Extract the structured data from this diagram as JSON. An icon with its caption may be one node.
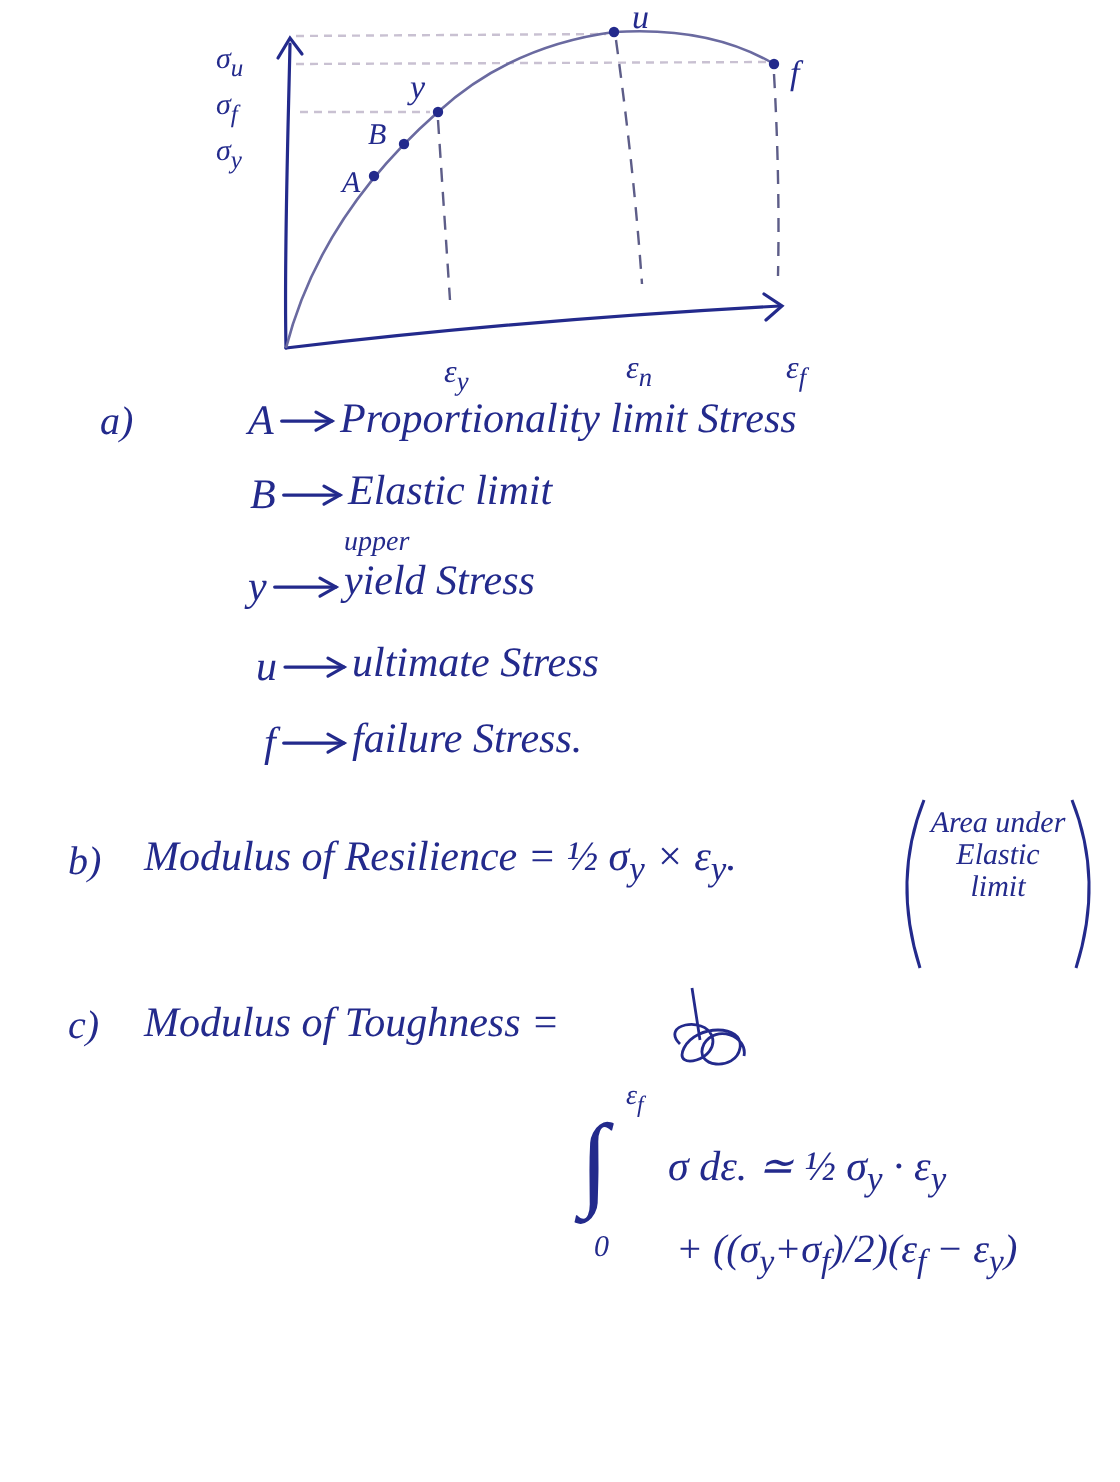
{
  "diagram": {
    "nodes": [
      {
        "text": [
          "A"
        ]
      },
      {
        "text": [
          "Proportionality limit Stress"
        ]
      },
      {
        "text": [
          "B"
        ]
      },
      {
        "text": [
          "Elastic limit"
        ]
      },
      {
        "text": [
          "y"
        ]
      },
      {
        "text": [
          "upper",
          "yield Stress"
        ]
      },
      {
        "text": [
          "u"
        ]
      },
      {
        "text": [
          "ultimate Stress"
        ]
      },
      {
        "text": [
          "f"
        ]
      },
      {
        "text": [
          "failure Stress."
        ]
      }
    ],
    "edges": [
      {
        "from": 0,
        "to": 1,
        "arrow": "to"
      },
      {
        "from": 2,
        "to": 3,
        "arrow": "to"
      },
      {
        "from": 4,
        "to": 5,
        "arrow": "to"
      },
      {
        "from": 6,
        "to": 7,
        "arrow": "to"
      },
      {
        "from": 8,
        "to": 9,
        "arrow": "to"
      }
    ],
    "labels": [
      "u",
      "σ$_{u}$",
      "f",
      "y",
      "σ$_{f}$",
      "B",
      "σ$_{y}$",
      "A",
      "ε$_{y}$",
      "ε$_{n}$",
      "ε$_{f}$",
      "a)",
      "b)",
      "Modulus of Resilience = ½ σ$_{y}$ × ε$_{y}$.",
      "Area under Elastic limit",
      "c)",
      "Modulus of Toughness =",
      "ε$_{f}$",
      "∫",
      "σ dε. ≃ ½ σ$_{y}$ · ε$_{y}$",
      "+ ((σ$_{y}$+σ$_{f}$)/2)(ε$_{f}$ − ε$_{y}$)",
      "0"
    ]
  }
}
